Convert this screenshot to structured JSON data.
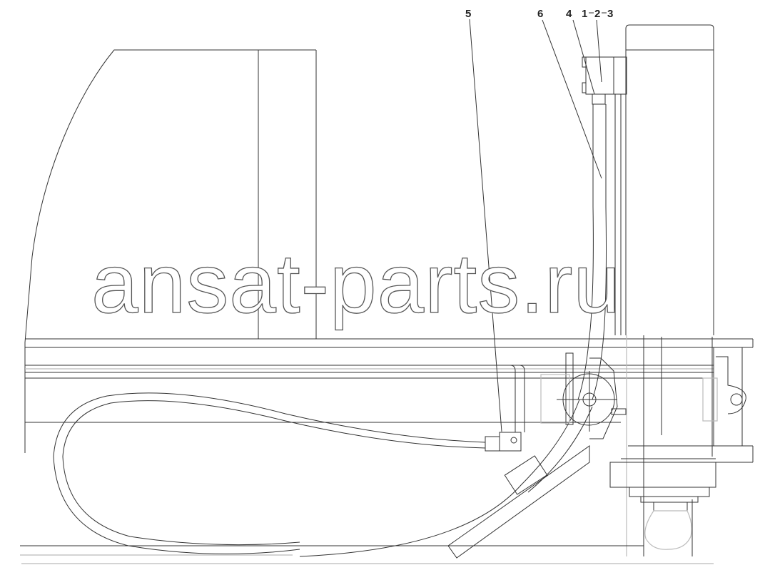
{
  "drawing": {
    "callouts": [
      {
        "id": "5",
        "text": "5"
      },
      {
        "id": "6",
        "text": "6"
      },
      {
        "id": "4",
        "text": "4"
      },
      {
        "id": "1",
        "text": "1"
      },
      {
        "id": "2",
        "text": "2"
      },
      {
        "id": "3",
        "text": "3"
      }
    ],
    "watermark": "ansat-parts.ru"
  }
}
